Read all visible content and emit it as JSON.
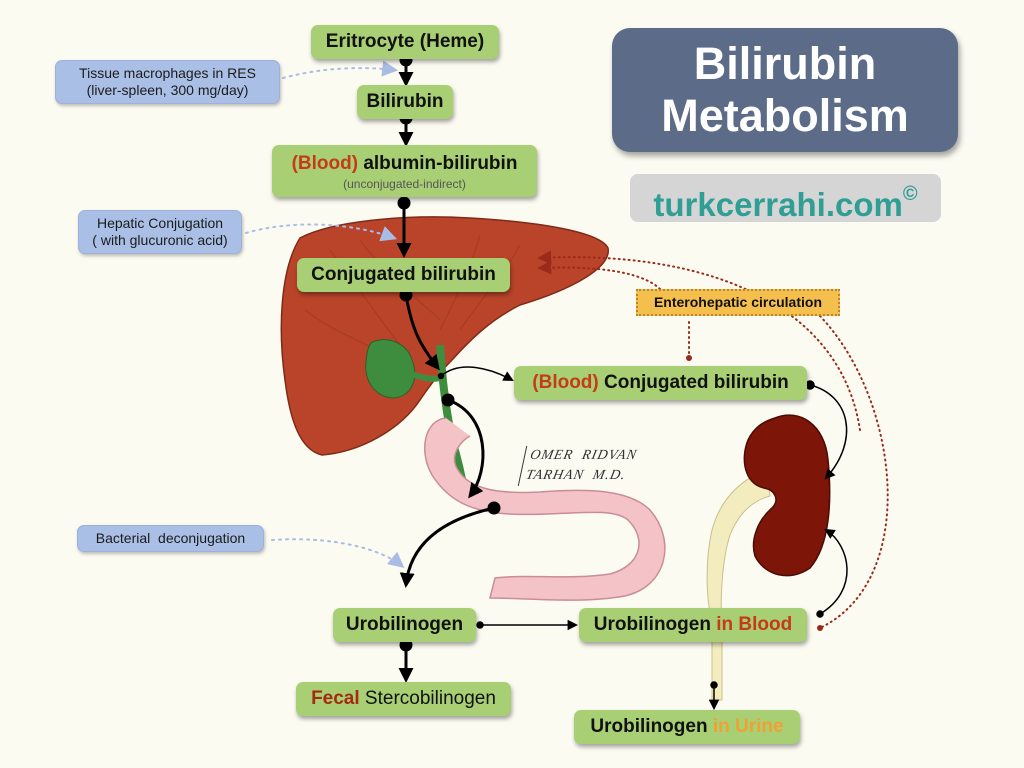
{
  "title": {
    "line1": "Bilirubin",
    "line2": "Metabolism"
  },
  "site": {
    "name": "turkcerrahi.com",
    "symbol": "©"
  },
  "nodes": {
    "eritrocyte": "Eritrocyte (Heme)",
    "bilirubin": "Bilirubin",
    "albumin_blood": "(Blood)",
    "albumin_text": " albumin-bilirubin",
    "albumin_sub": "(unconjugated-indirect)",
    "conjugated": "Conjugated bilirubin",
    "blood_conj_blood": "(Blood)",
    "blood_conj_text": " Conjugated bilirubin",
    "urobilinogen": "Urobilinogen",
    "uro_blood_text": "Urobilinogen ",
    "uro_blood_colored": "in Blood",
    "fecal_colored": "Fecal",
    "fecal_text": " Stercobilinogen",
    "uro_urine_text": "Urobilinogen ",
    "uro_urine_colored": "in Urine"
  },
  "notes": {
    "macrophages_line1": "Tissue macrophages in RES",
    "macrophages_line2": "(liver-spleen, 300 mg/day)",
    "hepatic_line1": "Hepatic Conjugation",
    "hepatic_line2": "( with glucuronic acid)",
    "bacterial": "Bacterial  deconjugation",
    "enterohepatic": "Enterohepatic circulation"
  },
  "signature": {
    "line1": "OMER  RIDVAN",
    "line2": "TARHAN  M.D."
  },
  "colors": {
    "node_green": "#a9cf74",
    "note_blue": "#aabfe6",
    "title_slate": "#5b6b88",
    "site_teal": "#2f9e94",
    "liver": "#b9442a",
    "gallbladder": "#3e8d3f",
    "intestine": "#f4c3c8",
    "kidney": "#7d1508",
    "ureter": "#f3ecbf",
    "blood_red": "#c53a17",
    "urine_orange": "#f1a033"
  },
  "icons": [
    "liver-illustration",
    "gallbladder-illustration",
    "intestine-illustration",
    "kidney-illustration"
  ]
}
